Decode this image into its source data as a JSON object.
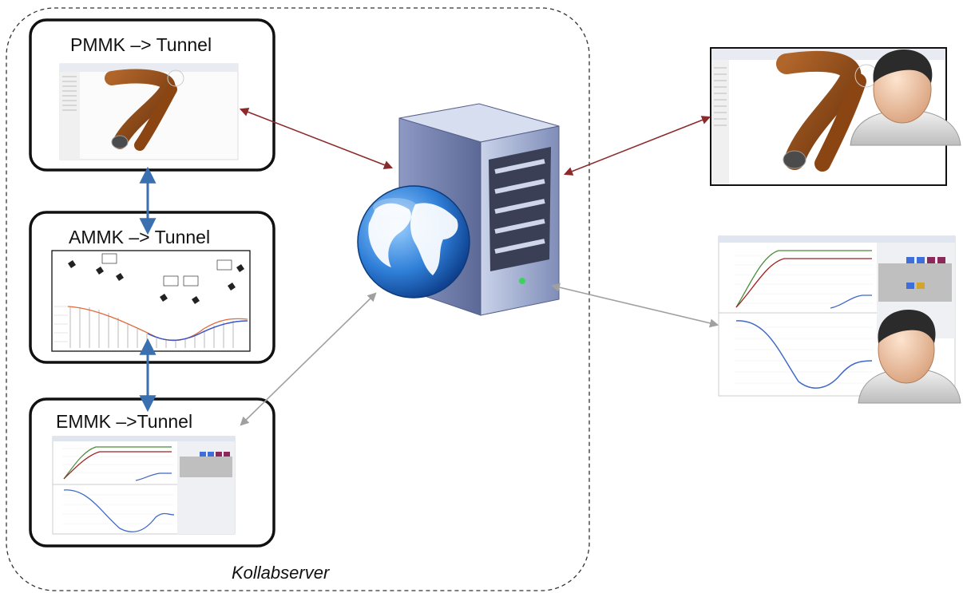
{
  "nodes": {
    "pmmk": {
      "title": "PMMK –> Tunnel",
      "thumbnail": "tunnel-3d-model"
    },
    "ammk": {
      "title": "AMMK –> Tunnel",
      "thumbnail": "alignment-profile-chart"
    },
    "emmk": {
      "title": "EMMK –>Tunnel",
      "thumbnail": "energy-geometry-profiles"
    }
  },
  "server": {
    "label": "Kollabserver",
    "icon": "server-globe-icon"
  },
  "users": [
    {
      "icon": "user-icon",
      "screen": "tunnel-3d-model"
    },
    {
      "icon": "user-icon",
      "screen": "energy-geometry-profiles"
    }
  ],
  "connections": [
    {
      "from": "pmmk",
      "to": "ammk",
      "style": "double-arrow",
      "color": "#3a6fb0"
    },
    {
      "from": "ammk",
      "to": "emmk",
      "style": "double-arrow",
      "color": "#3a6fb0"
    },
    {
      "from": "pmmk",
      "to": "server",
      "style": "double-arrow",
      "color": "#8b2a2a"
    },
    {
      "from": "server",
      "to": "user-1",
      "style": "double-arrow",
      "color": "#8b2a2a"
    },
    {
      "from": "emmk",
      "to": "server",
      "style": "double-arrow",
      "color": "#a0a0a0"
    },
    {
      "from": "server",
      "to": "user-2",
      "style": "double-arrow",
      "color": "#a0a0a0"
    }
  ],
  "colors": {
    "boundary": "#333333",
    "node_border": "#111111",
    "tunnel": "#8a4513",
    "profile_line": "#4169c8"
  }
}
